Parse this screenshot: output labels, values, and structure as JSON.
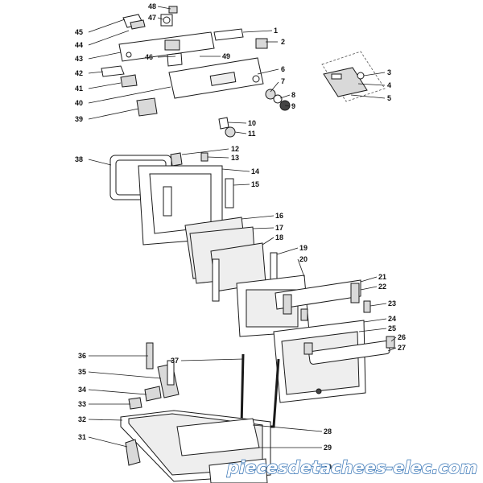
{
  "watermark": "piecesdetachees-elec.com",
  "callouts": [
    "1",
    "2",
    "3",
    "4",
    "5",
    "6",
    "7",
    "8",
    "9",
    "10",
    "11",
    "12",
    "13",
    "14",
    "15",
    "16",
    "17",
    "18",
    "19",
    "20",
    "21",
    "22",
    "23",
    "24",
    "25",
    "26",
    "27",
    "28",
    "29",
    "30",
    "31",
    "32",
    "33",
    "34",
    "35",
    "36",
    "37",
    "38",
    "39",
    "40",
    "41",
    "42",
    "43",
    "44",
    "45",
    "46",
    "47",
    "48",
    "49"
  ],
  "colors": {
    "line": "#1a1a1a",
    "watermark_outline": "#2f6fb3",
    "watermark_fill": "#ffffff"
  }
}
